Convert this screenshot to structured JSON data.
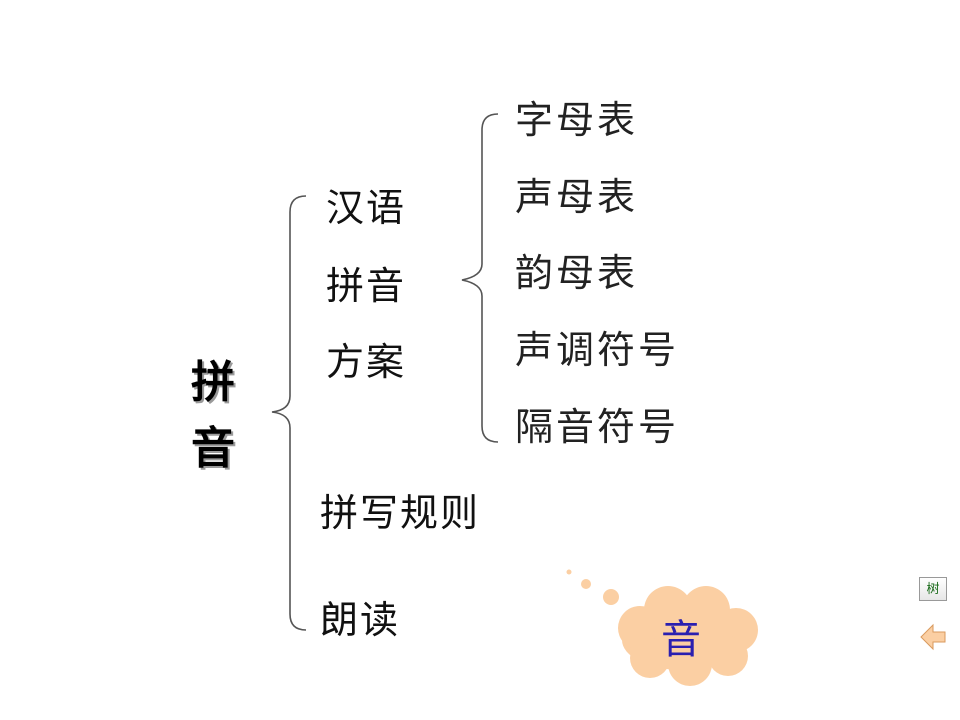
{
  "root": {
    "char1": "拼",
    "char2": "音"
  },
  "branch_scheme": {
    "line1": "汉语",
    "line2": "拼音",
    "line3": "方案"
  },
  "scheme_items": [
    "字母表",
    "声母表",
    "韵母表",
    "声调符号",
    "隔音符号"
  ],
  "branch_rules": "拼写规则",
  "branch_reading": "朗读",
  "cloud_label": "音",
  "nav": {
    "tree_label": "树",
    "back_icon": "back-arrow-icon"
  },
  "colors": {
    "cloud_fill": "#fbcfa3",
    "cloud_text": "#2a1fb0",
    "bracket_stroke": "#555555",
    "bubble_small": "#fbcfa3"
  }
}
